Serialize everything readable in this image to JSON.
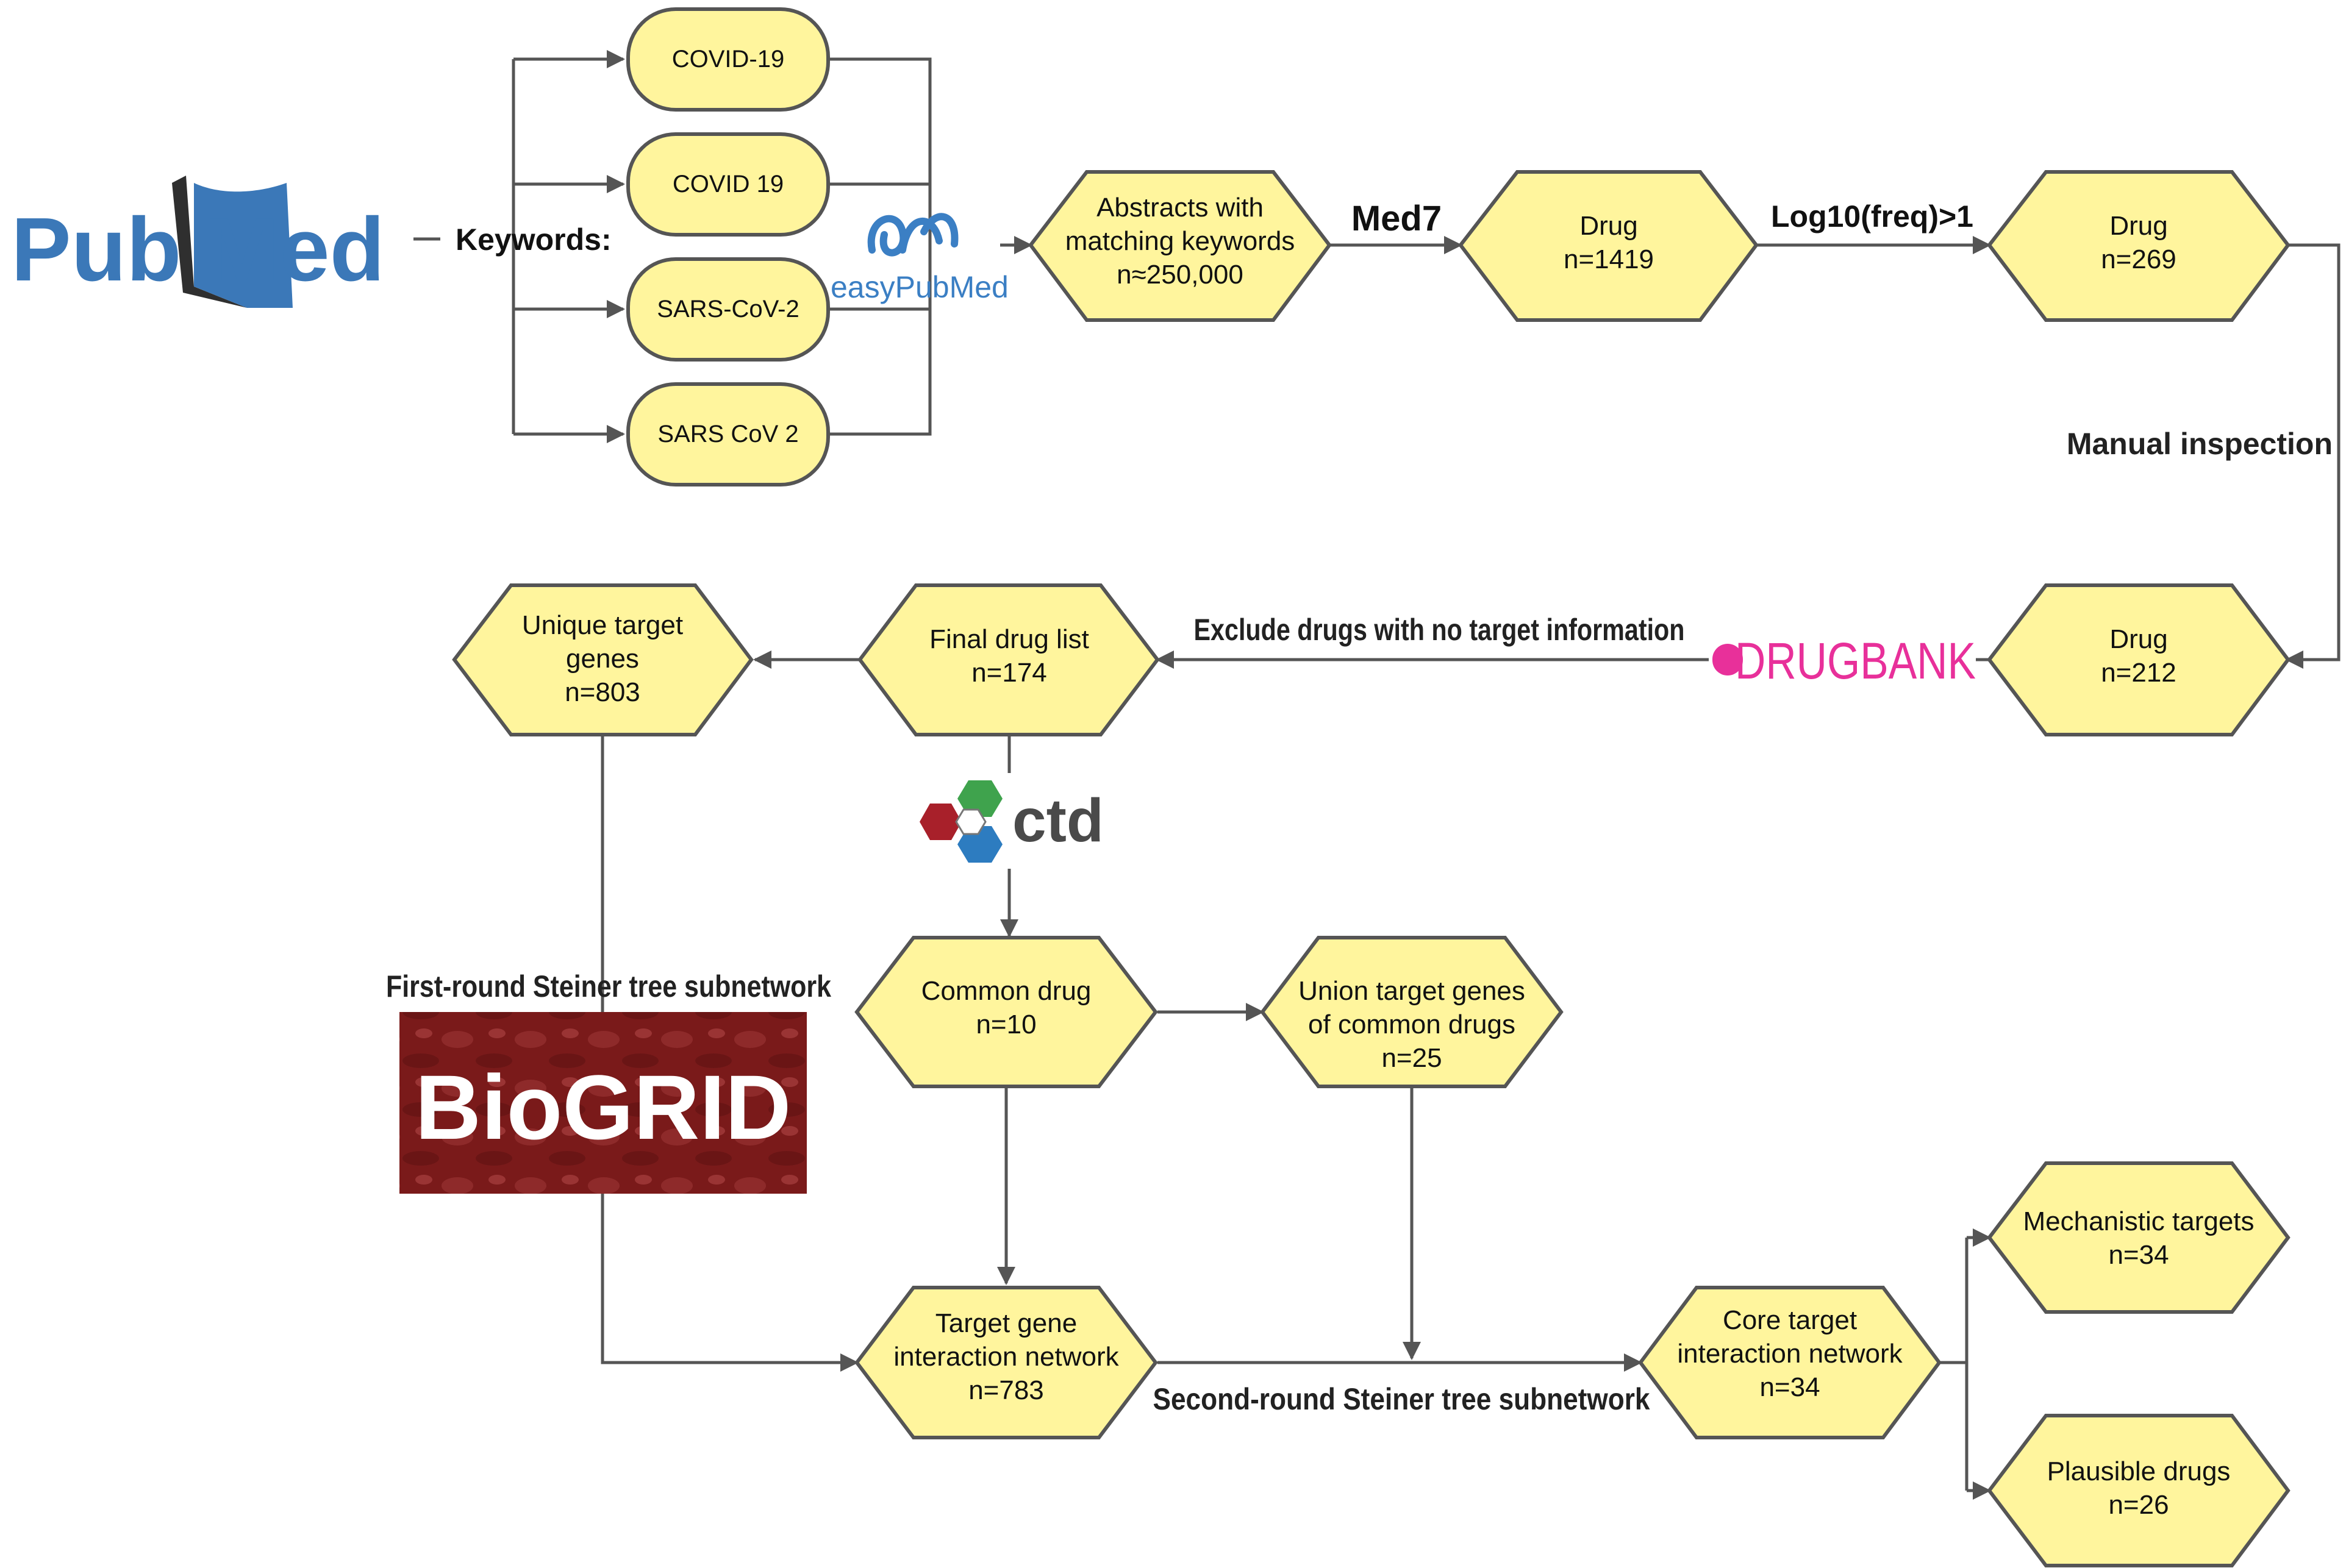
{
  "keywords_label": "Keywords:",
  "keywords": [
    "COVID-19",
    "COVID 19",
    "SARS-CoV-2",
    "SARS CoV 2"
  ],
  "logos": {
    "pubmed_pub": "Pub",
    "pubmed_med": "Med",
    "easypubmed": "easyPubMed",
    "drugbank": "DRUGBANK",
    "ctd": "ctd",
    "biogrid": "BioGRID"
  },
  "nodes": {
    "abstracts": [
      "Abstracts with",
      "matching keywords",
      "n≈250,000"
    ],
    "drug_1419": [
      "Drug",
      "n=1419"
    ],
    "drug_269": [
      "Drug",
      "n=269"
    ],
    "drug_212": [
      "Drug",
      "n=212"
    ],
    "final_drug_list": [
      "Final drug list",
      "n=174"
    ],
    "unique_target_genes": [
      "Unique target",
      "genes",
      "n=803"
    ],
    "common_drug": [
      "Common drug",
      "n=10"
    ],
    "union_target_genes": [
      "Union target genes",
      "of common drugs",
      "n=25"
    ],
    "target_gene_network": [
      "Target gene",
      "interaction network",
      "n=783"
    ],
    "core_target_network": [
      "Core target",
      "interaction network",
      "n=34"
    ],
    "mechanistic_targets": [
      "Mechanistic targets",
      "n=34"
    ],
    "plausible_drugs": [
      "Plausible drugs",
      "n=26"
    ]
  },
  "edge_labels": {
    "med7": "Med7",
    "log_filter": "Log10(freq)>1",
    "manual_inspection": "Manual inspection",
    "exclude_drugs": "Exclude drugs with no target information",
    "first_round": "First-round Steiner tree subnetwork",
    "second_round": "Second-round Steiner tree subnetwork"
  },
  "colors": {
    "node_fill": "#FFF59D",
    "node_stroke": "#555555",
    "edge": "#555555",
    "pubmed_blue": "#3B78B8",
    "drugbank_pink": "#E8309A",
    "biogrid_red": "#7A1A1A"
  }
}
